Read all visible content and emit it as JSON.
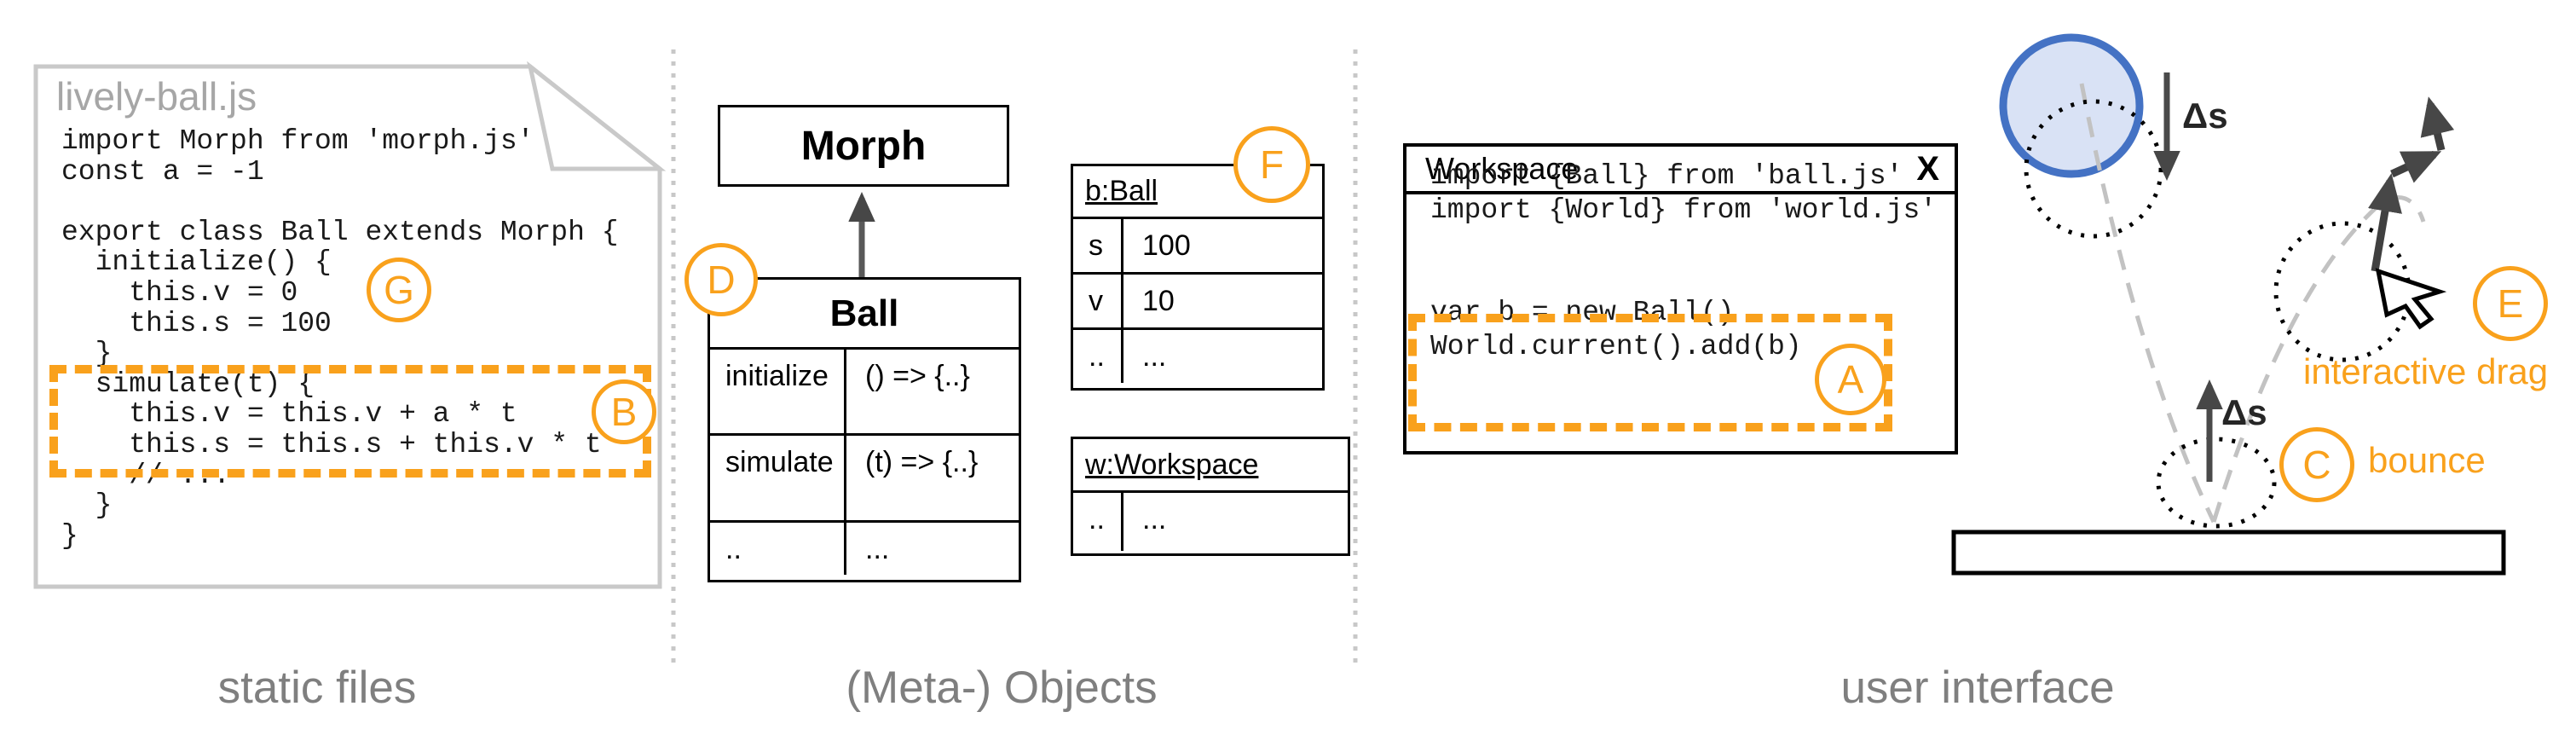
{
  "captions": {
    "panel1": "static files",
    "panel2": "(Meta-) Objects",
    "panel3": "user interface"
  },
  "static_files": {
    "filename": "lively-ball.js",
    "code_lines": [
      "import Morph from 'morph.js'",
      "const a = -1",
      "",
      "export class Ball extends Morph {",
      "  initialize() {",
      "    this.v = 0",
      "    this.s = 100",
      "  }",
      "  simulate(t) {",
      "    this.v = this.v + a * t",
      "    this.s = this.s + this.v * t",
      "    // ...",
      "  }",
      "}"
    ]
  },
  "labels": {
    "a": "A",
    "b": "B",
    "c": "C",
    "d": "D",
    "e": "E",
    "f": "F",
    "g": "G"
  },
  "meta_objects": {
    "morph_title": "Morph",
    "ball_table": {
      "title": "Ball",
      "rows": [
        [
          "initialize",
          "() => {..}"
        ],
        [
          "simulate",
          "(t) => {..}"
        ],
        [
          "..",
          "..."
        ]
      ]
    },
    "b_ball_table": {
      "title": "b:Ball",
      "rows": [
        [
          "s",
          "100"
        ],
        [
          "v",
          "10"
        ],
        [
          "..",
          "..."
        ]
      ]
    },
    "w_workspace_table": {
      "title": "w:Workspace",
      "rows": [
        [
          "..",
          "..."
        ]
      ]
    }
  },
  "workspace_window": {
    "title": "Workspace",
    "close_label": "X",
    "code_lines": [
      "import {Ball} from 'ball.js'",
      "import {World} from 'world.js'",
      "var b = new Ball()",
      "World.current().add(b)"
    ]
  },
  "physics": {
    "delta_s_down": "Δs",
    "delta_s_up": "Δs",
    "bounce_label": "bounce",
    "drag_label": "interactive drag"
  },
  "colors": {
    "accent_orange": "#f9a11c",
    "ball_stroke": "#4472c4",
    "ball_fill": "#d9e2f5",
    "caption_gray": "#7f7f7f"
  }
}
